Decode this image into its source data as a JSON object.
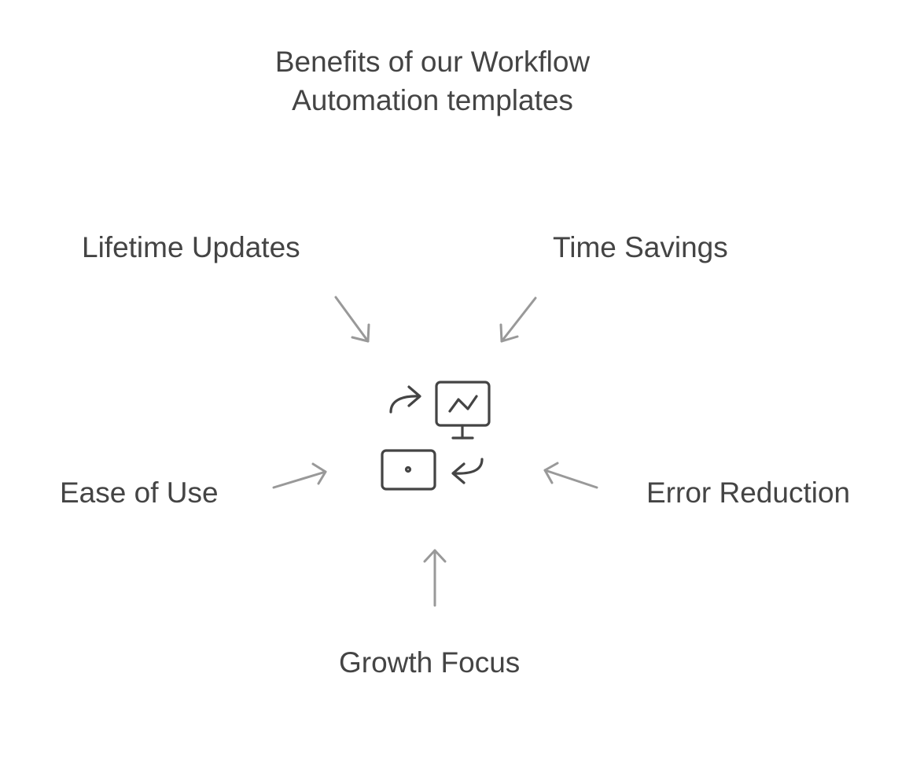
{
  "title": [
    "Benefits of our Workflow",
    "Automation templates"
  ],
  "benefits": {
    "lifetime_updates": "Lifetime Updates",
    "time_savings": "Time Savings",
    "ease_of_use": "Ease of Use",
    "error_reduction": "Error Reduction",
    "growth_focus": "Growth Focus"
  },
  "colors": {
    "text": "#444444",
    "arrow": "#999999",
    "icon": "#444444"
  }
}
